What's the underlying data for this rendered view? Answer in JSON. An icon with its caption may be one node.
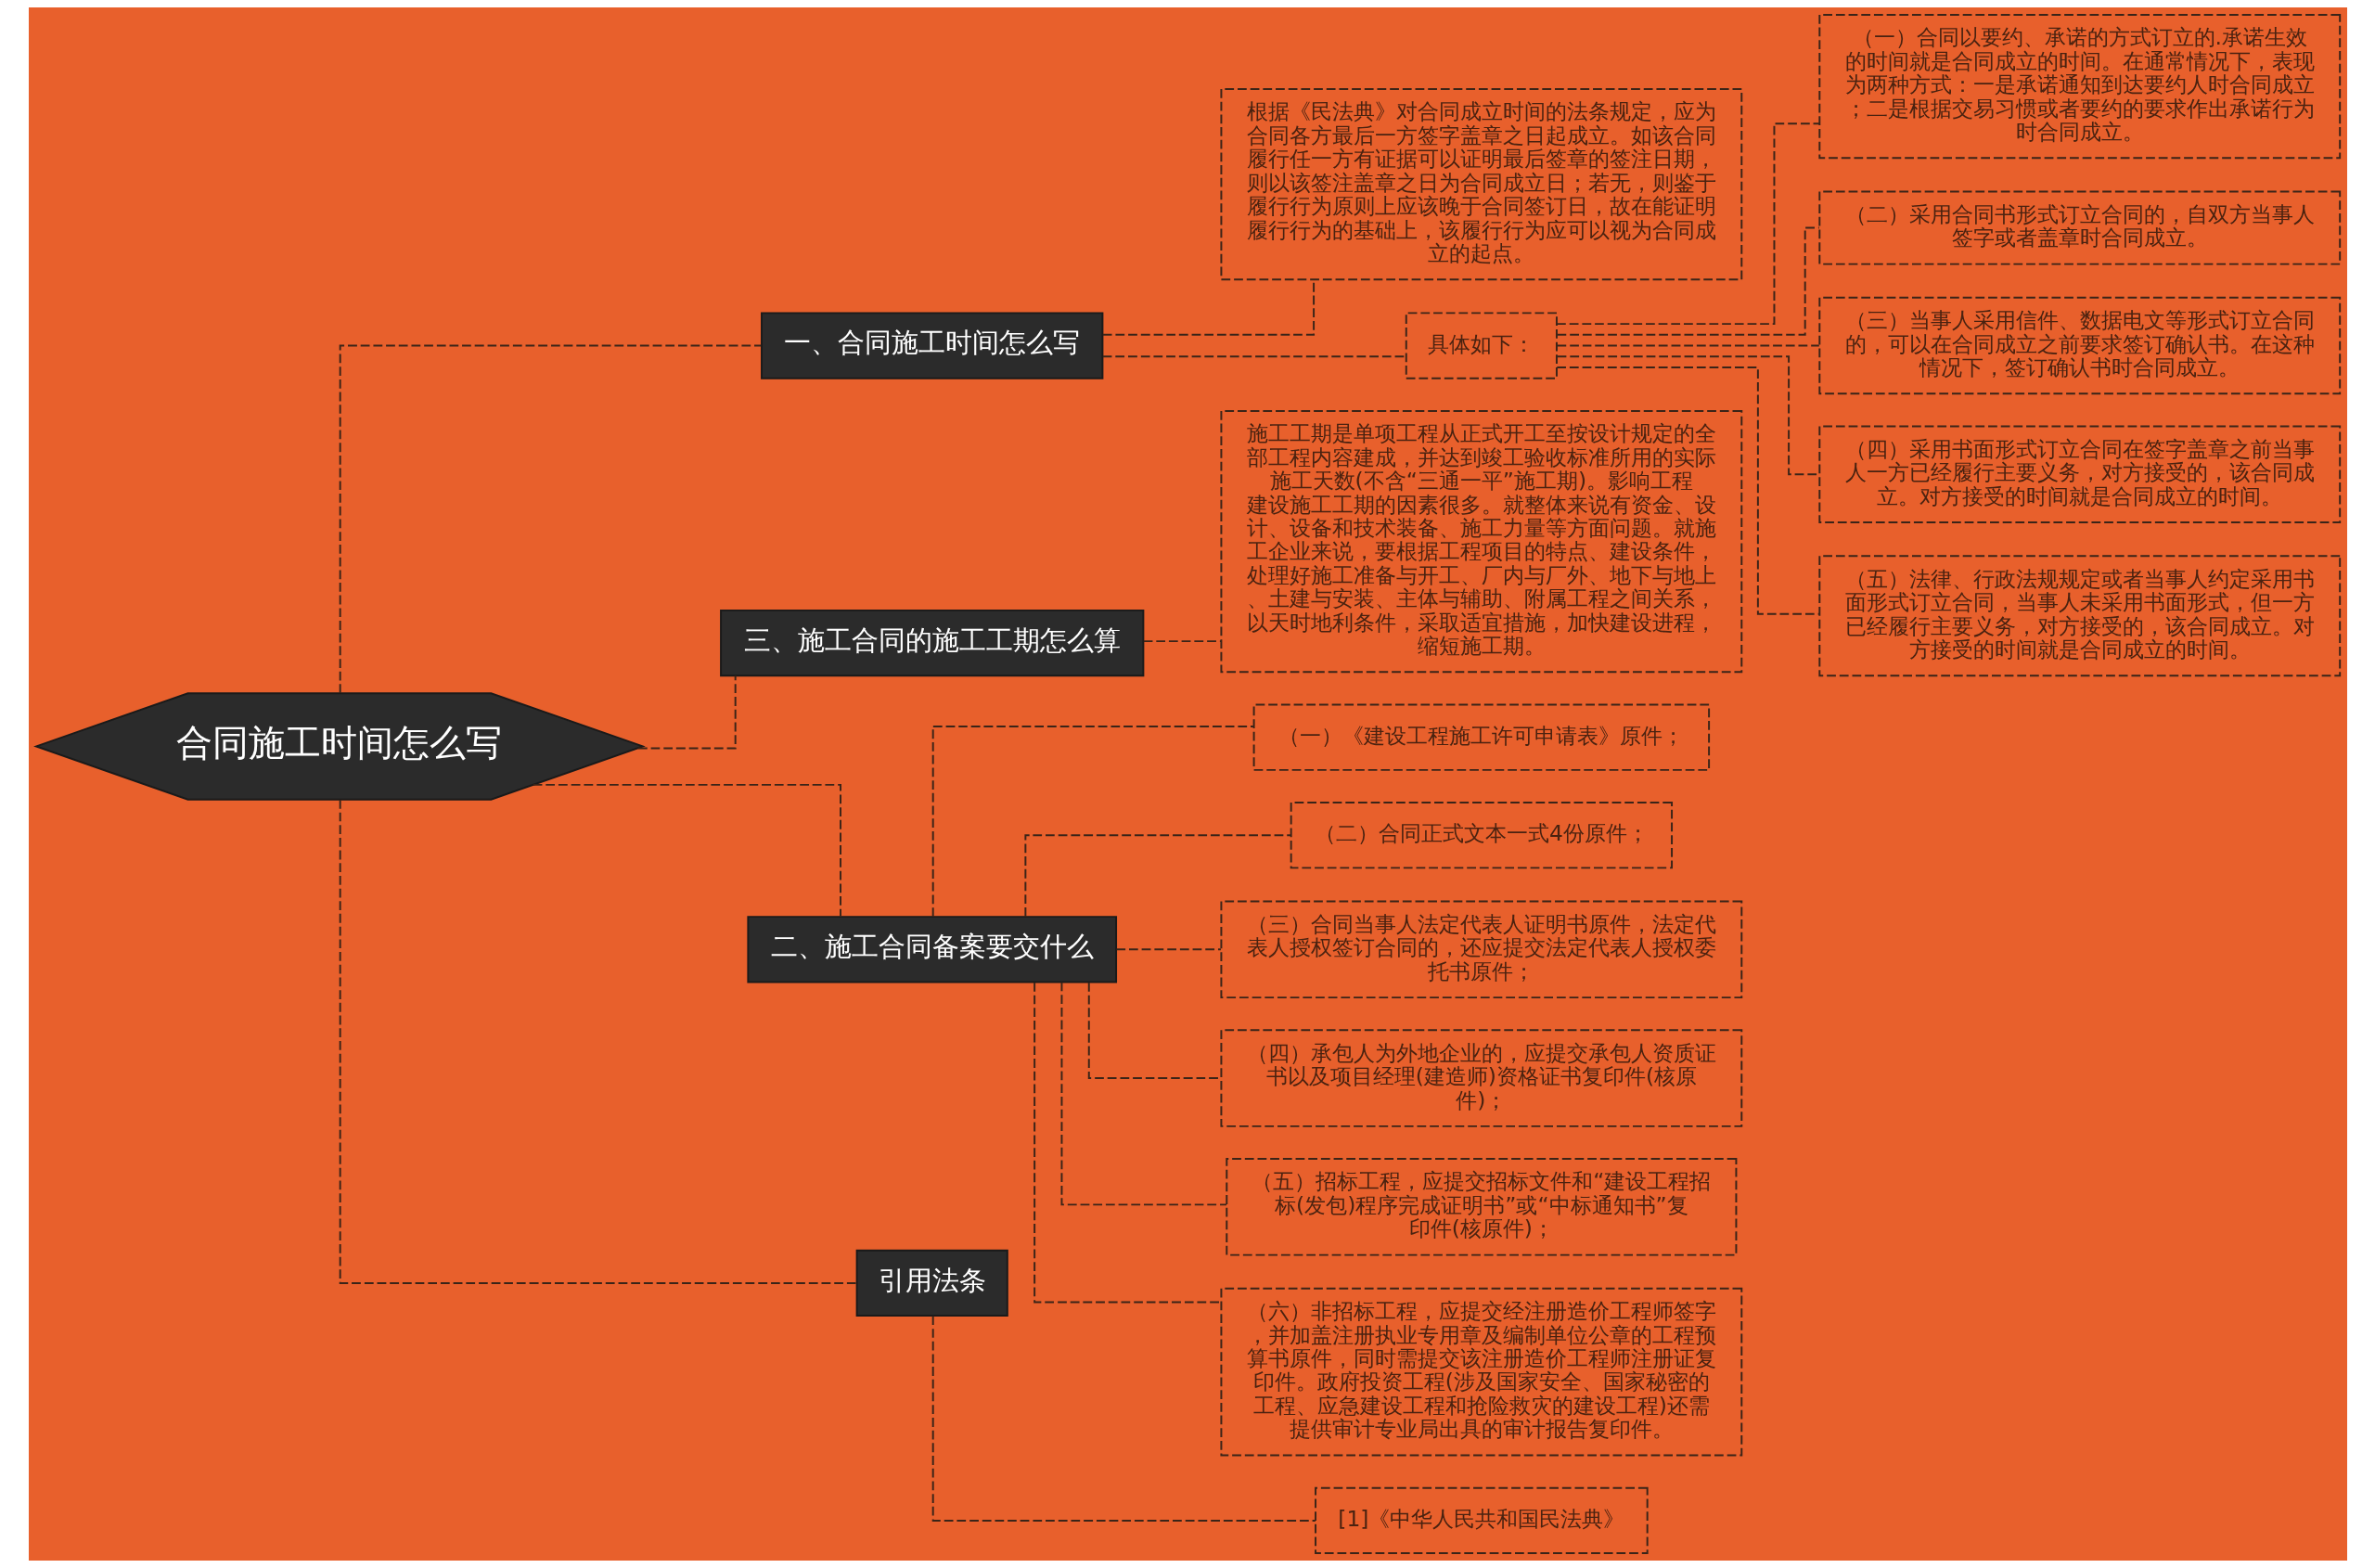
{
  "diagram": {
    "nodes": [
      {
        "text": [
          "合同施工时间怎么写"
        ]
      },
      {
        "text": [
          "一、合同施工时间怎么写"
        ]
      },
      {
        "text": [
          "根据《民法典》对合同成立时间的法条规定，应为合同各方最后一方签字盖章之日起成立。如该合同履行任一方有证据可以证明最后签章的签注日期，则以该签注盖章之日为合同成立日；若无，则鉴于履行行为原则上应该晚于合同签订日，故在能证明履行行为的基础上，该履行行为应可以视为合同成立的起点。"
        ]
      },
      {
        "text": [
          "具体如下："
        ]
      },
      {
        "text": [
          "（一）合同以要约、承诺的方式订立的.承诺生效的时间就是合同成立的时间。在通常情况下，表现为两种方式：一是承诺通知到达要约人时合同成立；二是根据交易习惯或者要约的要求作出承诺行为时合同成立。"
        ]
      },
      {
        "text": [
          "（二）采用合同书形式订立合同的，自双方当事人签字或者盖章时合同成立。"
        ]
      },
      {
        "text": [
          "（三）当事人采用信件、数据电文等形式订立合同的，可以在合同成立之前要求签订确认书。在这种情况下，签订确认书时合同成立。"
        ]
      },
      {
        "text": [
          "（四）采用书面形式订立合同在签字盖章之前当事人一方已经履行主要义务，对方接受的，该合同成立。对方接受的时间就是合同成立的时间。"
        ]
      },
      {
        "text": [
          "（五）法律、行政法规规定或者当事人约定采用书面形式订立合同，当事人未采用书面形式，但一方已经履行主要义务，对方接受的，该合同成立。对方接受的时间就是合同成立的时间。"
        ]
      },
      {
        "text": [
          "三、施工合同的施工工期怎么算"
        ]
      },
      {
        "text": [
          "施工工期是单项工程从正式开工至按设计规定的全部工程内容建成，并达到竣工验收标准所用的实际施工天数(不含“三通一平”施工期)。影响工程建设施工工期的因素很多。就整体来说有资金、设计、设备和技术装备、施工力量等方面问题。就施工企业来说，要根据工程项目的特点、建设条件，处理好施工准备与开工、厂内与厂外、地下与地上、土建与安装、主体与辅助、附属工程之间关系，以天时地利条件，采取适宜措施，加快建设进程，缩短施工期。"
        ]
      },
      {
        "text": [
          "二、施工合同备案要交什么"
        ]
      },
      {
        "text": [
          "（一）《建设工程施工许可申请表》原件；"
        ]
      },
      {
        "text": [
          "（二）合同正式文本一式4份原件；"
        ]
      },
      {
        "text": [
          "（三）合同当事人法定代表人证明书原件，法定代表人授权签订合同的，还应提交法定代表人授权委托书原件；"
        ]
      },
      {
        "text": [
          "（四）承包人为外地企业的，应提交承包人资质证书以及项目经理(建造师)资格证书复印件(核原件)；"
        ]
      },
      {
        "text": [
          "（五）招标工程，应提交招标文件和“建设工程招标(发包)程序完成证明书”或“中标通知书”复印件(核原件)；"
        ]
      },
      {
        "text": [
          "（六）非招标工程，应提交经注册造价工程师签字，并加盖注册执业专用章及编制单位公章的工程预算书原件，同时需提交该注册造价工程师注册证复印件。政府投资工程(涉及国家安全、国家秘密的工程、应急建设工程和抢险救灾的建设工程)还需提供审计专业局出具的审计报告复印件。"
        ]
      },
      {
        "text": [
          "引用法条"
        ]
      },
      {
        "text": [
          "[1]《中华人民共和国民法典》"
        ]
      }
    ],
    "edges": [
      {
        "from": 0,
        "to": 1,
        "arrow": "none",
        "style": "dashed"
      },
      {
        "from": 1,
        "to": 2,
        "arrow": "none",
        "style": "dashed"
      },
      {
        "from": 1,
        "to": 3,
        "arrow": "none",
        "style": "dashed"
      },
      {
        "from": 3,
        "to": 4,
        "arrow": "none",
        "style": "dashed"
      },
      {
        "from": 3,
        "to": 5,
        "arrow": "none",
        "style": "dashed"
      },
      {
        "from": 3,
        "to": 6,
        "arrow": "none",
        "style": "dashed"
      },
      {
        "from": 3,
        "to": 7,
        "arrow": "none",
        "style": "dashed"
      },
      {
        "from": 3,
        "to": 8,
        "arrow": "none",
        "style": "dashed"
      },
      {
        "from": 0,
        "to": 9,
        "arrow": "none",
        "style": "dashed"
      },
      {
        "from": 9,
        "to": 10,
        "arrow": "none",
        "style": "dashed"
      },
      {
        "from": 0,
        "to": 11,
        "arrow": "none",
        "style": "dashed"
      },
      {
        "from": 11,
        "to": 12,
        "arrow": "none",
        "style": "dashed"
      },
      {
        "from": 11,
        "to": 13,
        "arrow": "none",
        "style": "dashed"
      },
      {
        "from": 11,
        "to": 14,
        "arrow": "none",
        "style": "dashed"
      },
      {
        "from": 11,
        "to": 15,
        "arrow": "none",
        "style": "dashed"
      },
      {
        "from": 11,
        "to": 16,
        "arrow": "none",
        "style": "dashed"
      },
      {
        "from": 11,
        "to": 17,
        "arrow": "none",
        "style": "dashed"
      },
      {
        "from": 0,
        "to": 18,
        "arrow": "none",
        "style": "dashed"
      },
      {
        "from": 18,
        "to": 19,
        "arrow": "none",
        "style": "dashed"
      }
    ]
  }
}
